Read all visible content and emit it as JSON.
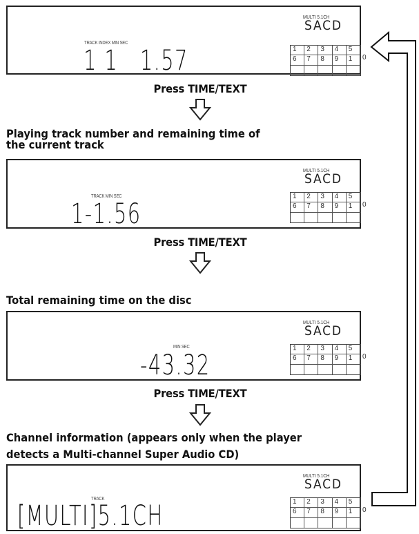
{
  "step_label": "Press TIME/TEXT",
  "indicator": {
    "multi_label": "MULTI 5.1CH",
    "sacd_label": "SACD",
    "grid_numbers": [
      "1",
      "2",
      "3",
      "4",
      "5",
      "6",
      "7",
      "8",
      "9",
      "1",
      "",
      "",
      "",
      "",
      ""
    ],
    "trailing_zero": "0"
  },
  "panels": [
    {
      "caption": "",
      "lcd_label": "TRACK INDEX MIN SEC",
      "lcd_value": "1 1   1.57"
    },
    {
      "caption": "Playing track number and remaining time of\nthe current track",
      "caption_line1": "Playing track number and remaining time of",
      "caption_line2": "the current track",
      "lcd_label": "TRACK MIN SEC",
      "lcd_value": "1-1.56"
    },
    {
      "caption_line1": "Total remaining time on the disc",
      "lcd_label": "MIN SEC",
      "lcd_value": "-43.32"
    },
    {
      "caption_line1": "Channel information (appears only when the player",
      "caption_line2": "detects a Multi-channel Super Audio CD)",
      "lcd_label": "TRACK",
      "lcd_value": "[MULTI]5.1CH"
    }
  ]
}
